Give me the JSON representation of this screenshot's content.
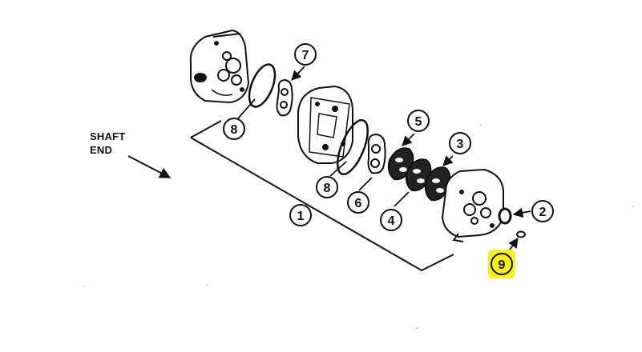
{
  "labels": {
    "shaft_line1": "SHAFT",
    "shaft_line2": "END"
  },
  "callouts": {
    "c1": "1",
    "c2": "2",
    "c3": "3",
    "c4": "4",
    "c5": "5",
    "c6": "6",
    "c7": "7",
    "c8a": "8",
    "c8b": "8",
    "c9": "9"
  },
  "colors": {
    "line": "#111111",
    "highlight": "#f5f019"
  }
}
